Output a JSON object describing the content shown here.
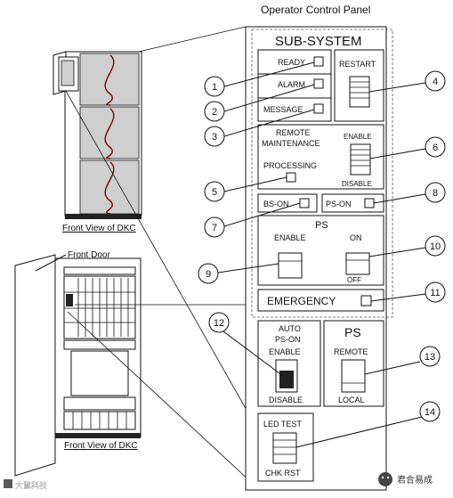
{
  "panel": {
    "title": "Operator Control Panel",
    "subsystem_title": "SUB-SYSTEM",
    "ready": "READY",
    "alarm": "ALARM",
    "message": "MESSAGE",
    "restart": "RESTART",
    "remote_maintenance_line1": "REMOTE",
    "remote_maintenance_line2": "MAINTENANCE",
    "enable": "ENABLE",
    "processing": "PROCESSING",
    "disable": "DISABLE",
    "bs_on": "BS-ON",
    "ps_on": "PS-ON",
    "ps_title": "PS",
    "ps_enable": "ENABLE",
    "ps_on_label": "ON",
    "ps_off_label": "OFF",
    "emergency": "EMERGENCY",
    "auto_ps_on_line1": "AUTO",
    "auto_ps_on_line2": "PS-ON",
    "auto_enable": "ENABLE",
    "auto_disable": "DISABLE",
    "ps2_title": "PS",
    "remote": "REMOTE",
    "local": "LOCAL",
    "led_test": "LED TEST",
    "chk_rst": "CHK RST"
  },
  "callouts": [
    "1",
    "2",
    "3",
    "4",
    "5",
    "6",
    "7",
    "8",
    "9",
    "10",
    "11",
    "12",
    "13",
    "14"
  ],
  "dkc": {
    "top_caption": "Front View of DKC",
    "bottom_caption": "Front View of DKC",
    "front_door": "Front Door"
  },
  "watermark": {
    "left": "大鼠科技",
    "right": "君合易成"
  }
}
